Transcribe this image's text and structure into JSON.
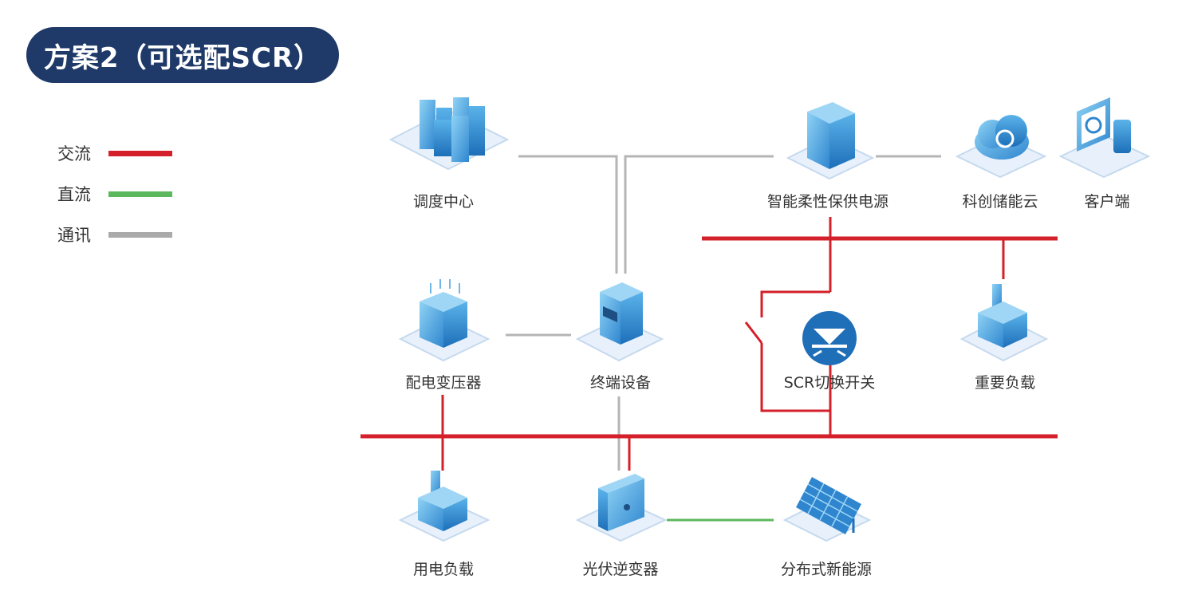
{
  "title": "方案2（可选配SCR）",
  "legend": {
    "ac": {
      "label": "交流",
      "color": "#d4202a"
    },
    "dc": {
      "label": "直流",
      "color": "#5cb85c"
    },
    "comm": {
      "label": "通讯",
      "color": "#aaaaaa"
    }
  },
  "nodes": {
    "dispatch": {
      "label": "调度中心",
      "icon": "data-center-icon"
    },
    "smart_power": {
      "label": "智能柔性保供电源",
      "icon": "power-cabinet-icon"
    },
    "cloud": {
      "label": "科创储能云",
      "icon": "cloud-icon"
    },
    "client": {
      "label": "客户端",
      "icon": "client-device-icon"
    },
    "transformer": {
      "label": "配电变压器",
      "icon": "transformer-icon"
    },
    "terminal": {
      "label": "终端设备",
      "icon": "terminal-cabinet-icon"
    },
    "scr": {
      "label": "SCR切换开关",
      "icon": "scr-switch-icon"
    },
    "important_load": {
      "label": "重要负载",
      "icon": "factory-icon"
    },
    "load": {
      "label": "用电负载",
      "icon": "factory-icon"
    },
    "inverter": {
      "label": "光伏逆变器",
      "icon": "inverter-icon"
    },
    "renewable": {
      "label": "分布式新能源",
      "icon": "solar-panel-icon"
    }
  }
}
